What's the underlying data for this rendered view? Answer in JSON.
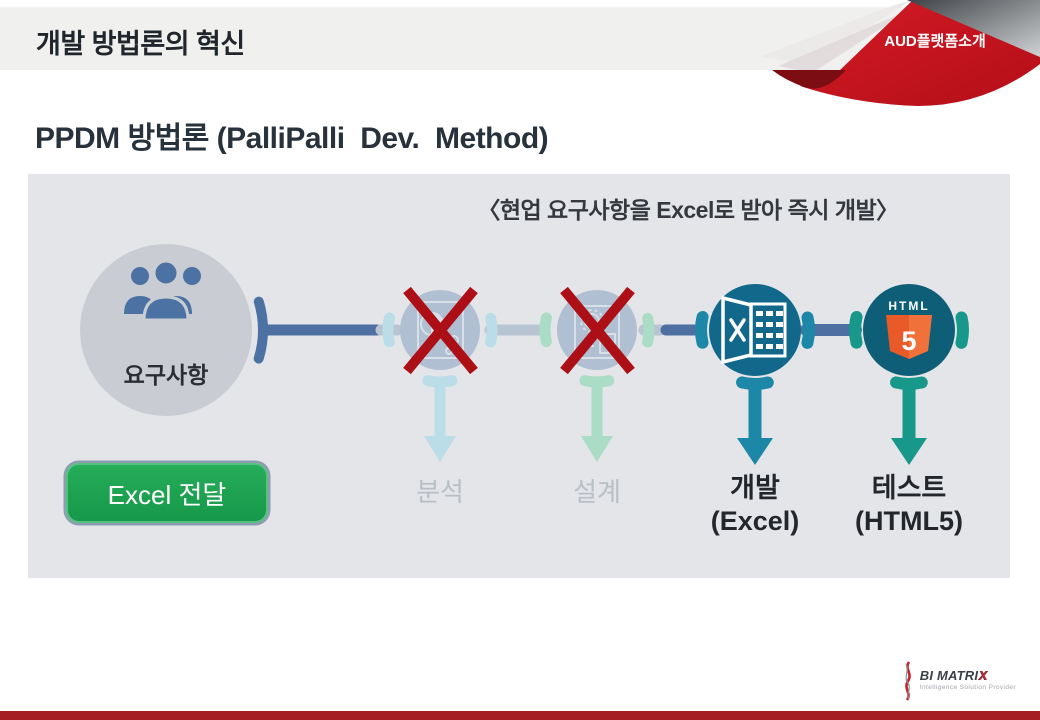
{
  "slide": {
    "header": {
      "title": "개발 방법론의 혁신",
      "ribbon_label": "AUD플랫폼소개"
    },
    "subtitle": "PPDM 방법론 (PalliPalli  Dev.  Method)",
    "diagram": {
      "caption": "〈현업 요구사항을 Excel로 받아 즉시 개발〉",
      "requirement": {
        "label": "요구사항",
        "delivery_button": "Excel 전달"
      },
      "stages": [
        {
          "label": "분석",
          "sublabel": "",
          "status": "skipped"
        },
        {
          "label": "설계",
          "sublabel": "",
          "status": "skipped"
        },
        {
          "label": "개발",
          "sublabel": "(Excel)",
          "status": "kept"
        },
        {
          "label": "테스트",
          "sublabel": "(HTML5)",
          "status": "kept"
        }
      ],
      "html5_badge": {
        "word": "HTML",
        "number": "5"
      }
    },
    "footer": {
      "logo": "BI MATRIX",
      "logo_accent": "X",
      "tagline": "Intelligence Solution Provider"
    },
    "colors": {
      "band_gray": "#f0f0ee",
      "panel_gray": "#e3e5e8",
      "ribbon_red": "#c8131c",
      "cross_red": "#ac1016",
      "primary_blue": "#4b72a3",
      "connector_dark": "#4d6fa1",
      "connector_pale": "#b9c4d2",
      "skipped_blue": "#badde7",
      "skipped_green": "#abdcc6",
      "excel_teal": "#1d87a8",
      "html5_teal": "#18988b",
      "button_green": "#1aa04e",
      "bottom_bar_red": "#a51e22"
    }
  }
}
